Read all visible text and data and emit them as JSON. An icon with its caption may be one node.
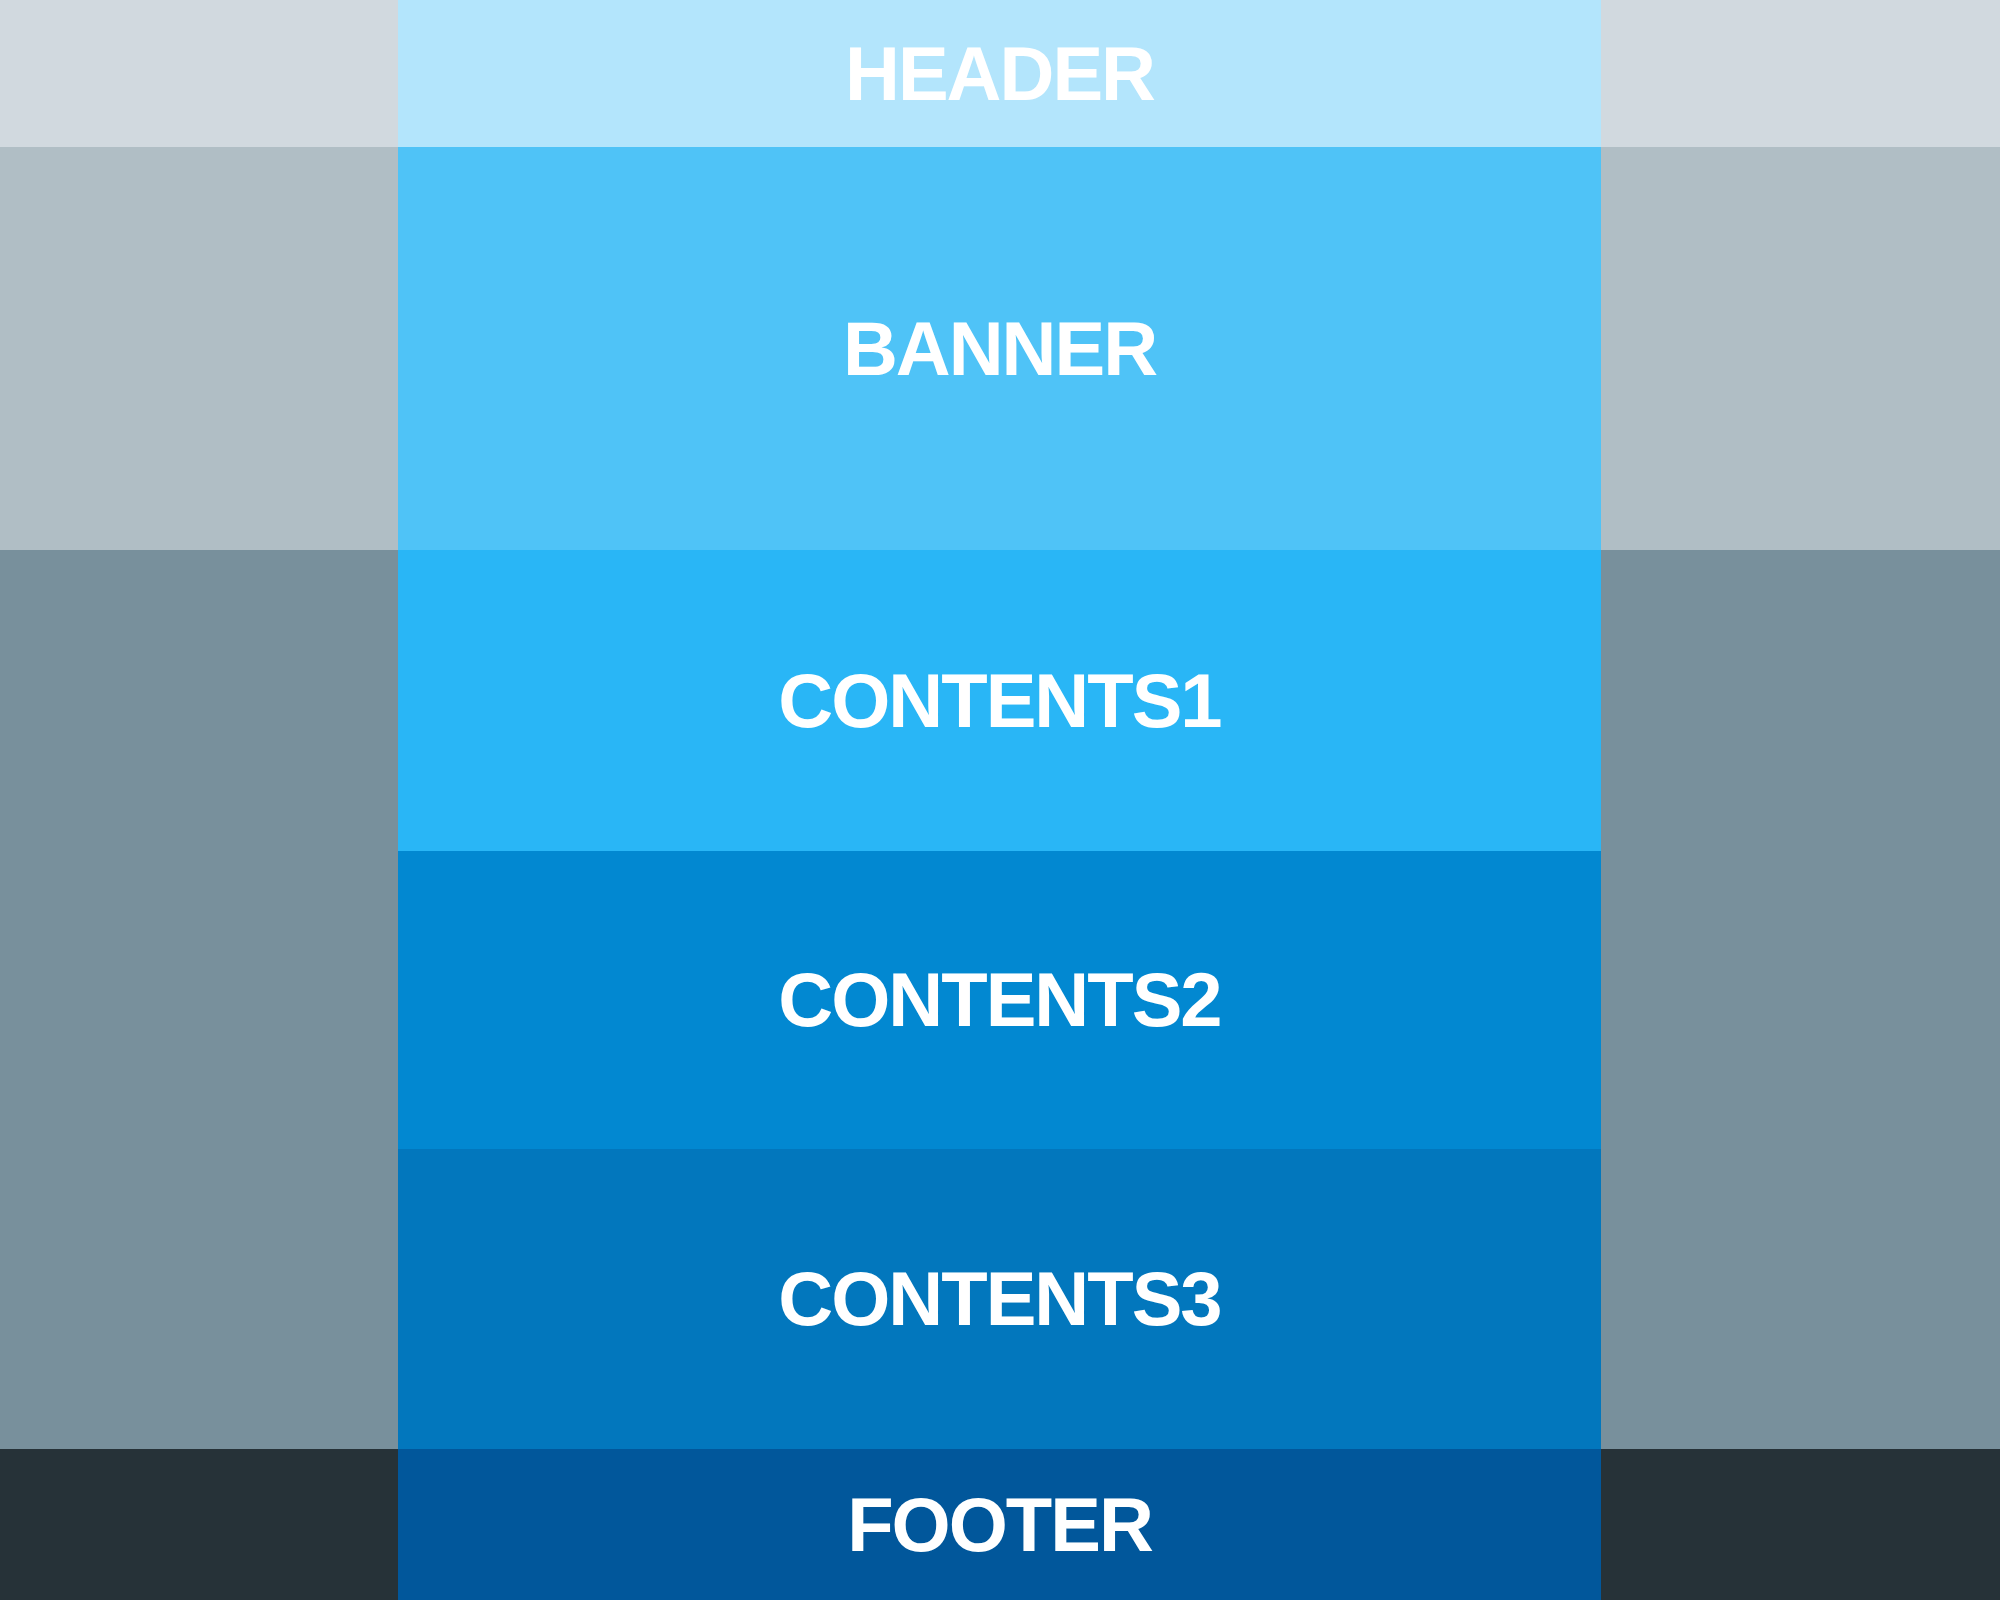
{
  "diagram": {
    "nodes": [
      {
        "text": [],
        "shape": "box"
      },
      {
        "text": [
          "HEADER"
        ]
      },
      {
        "text": [],
        "shape": "box"
      },
      {
        "text": [],
        "shape": "box"
      },
      {
        "text": [
          "BANNER"
        ]
      },
      {
        "text": [],
        "shape": "box"
      },
      {
        "text": [],
        "shape": "box"
      },
      {
        "text": [
          "CONTENTS1"
        ]
      },
      {
        "text": [],
        "shape": "box"
      },
      {
        "text": [
          "CONTENTS2"
        ]
      },
      {
        "text": [
          "CONTENTS3"
        ]
      },
      {
        "text": [],
        "shape": "box"
      },
      {
        "text": [
          "FOOTER"
        ]
      },
      {
        "text": [],
        "shape": "box"
      }
    ]
  }
}
